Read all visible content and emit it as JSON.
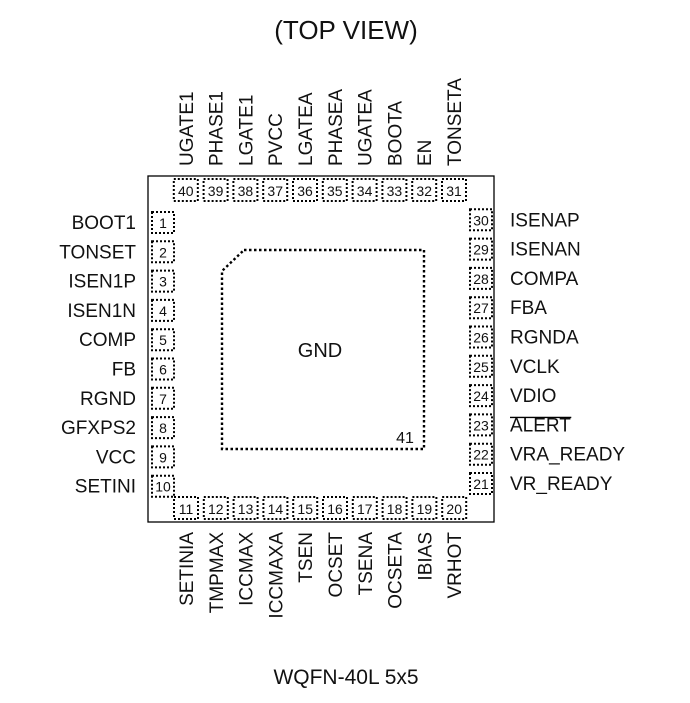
{
  "title": "(TOP VIEW)",
  "package": "WQFN-40L  5x5",
  "center_label": "GND",
  "center_pin": "41",
  "left_pins": [
    {
      "num": "1",
      "name": "BOOT1"
    },
    {
      "num": "2",
      "name": "TONSET"
    },
    {
      "num": "3",
      "name": "ISEN1P"
    },
    {
      "num": "4",
      "name": "ISEN1N"
    },
    {
      "num": "5",
      "name": "COMP"
    },
    {
      "num": "6",
      "name": "FB"
    },
    {
      "num": "7",
      "name": "RGND"
    },
    {
      "num": "8",
      "name": "GFXPS2"
    },
    {
      "num": "9",
      "name": "VCC"
    },
    {
      "num": "10",
      "name": "SETINI"
    }
  ],
  "bottom_pins": [
    {
      "num": "11",
      "name": "SETINIA"
    },
    {
      "num": "12",
      "name": "TMPMAX"
    },
    {
      "num": "13",
      "name": "ICCMAX"
    },
    {
      "num": "14",
      "name": "ICCMAXA"
    },
    {
      "num": "15",
      "name": "TSEN"
    },
    {
      "num": "16",
      "name": "OCSET"
    },
    {
      "num": "17",
      "name": "TSENA"
    },
    {
      "num": "18",
      "name": "OCSETA"
    },
    {
      "num": "19",
      "name": "IBIAS"
    },
    {
      "num": "20",
      "name": "VRHOT",
      "overline": true
    }
  ],
  "right_pins": [
    {
      "num": "21",
      "name": "VR_READY"
    },
    {
      "num": "22",
      "name": "VRA_READY"
    },
    {
      "num": "23",
      "name": "ALERT",
      "overline": true
    },
    {
      "num": "24",
      "name": "VDIO"
    },
    {
      "num": "25",
      "name": "VCLK"
    },
    {
      "num": "26",
      "name": "RGNDA"
    },
    {
      "num": "27",
      "name": "FBA"
    },
    {
      "num": "28",
      "name": "COMPA"
    },
    {
      "num": "29",
      "name": "ISENAN"
    },
    {
      "num": "30",
      "name": "ISENAP"
    }
  ],
  "top_pins": [
    {
      "num": "31",
      "name": "TONSETA"
    },
    {
      "num": "32",
      "name": "EN"
    },
    {
      "num": "33",
      "name": "BOOTA"
    },
    {
      "num": "34",
      "name": "UGATEA"
    },
    {
      "num": "35",
      "name": "PHASEA"
    },
    {
      "num": "36",
      "name": "LGATEA"
    },
    {
      "num": "37",
      "name": "PVCC"
    },
    {
      "num": "38",
      "name": "LGATE1"
    },
    {
      "num": "39",
      "name": "PHASE1"
    },
    {
      "num": "40",
      "name": "UGATE1"
    }
  ]
}
